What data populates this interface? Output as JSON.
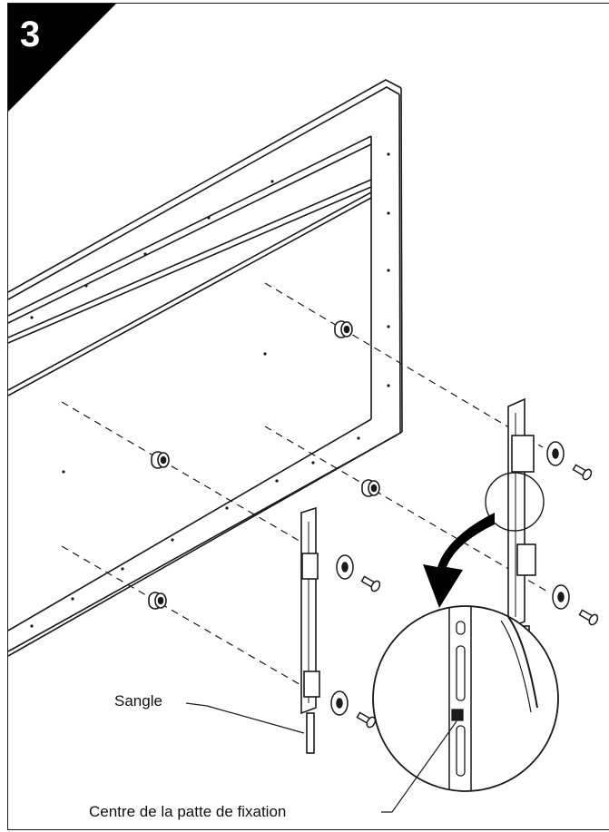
{
  "step": {
    "number": "3"
  },
  "labels": {
    "strap": "Sangle",
    "bracket_center": "Centre de la patte de fixation"
  },
  "colors": {
    "ink": "#1a1a1a",
    "paper": "#ffffff",
    "badge": "#000000"
  }
}
